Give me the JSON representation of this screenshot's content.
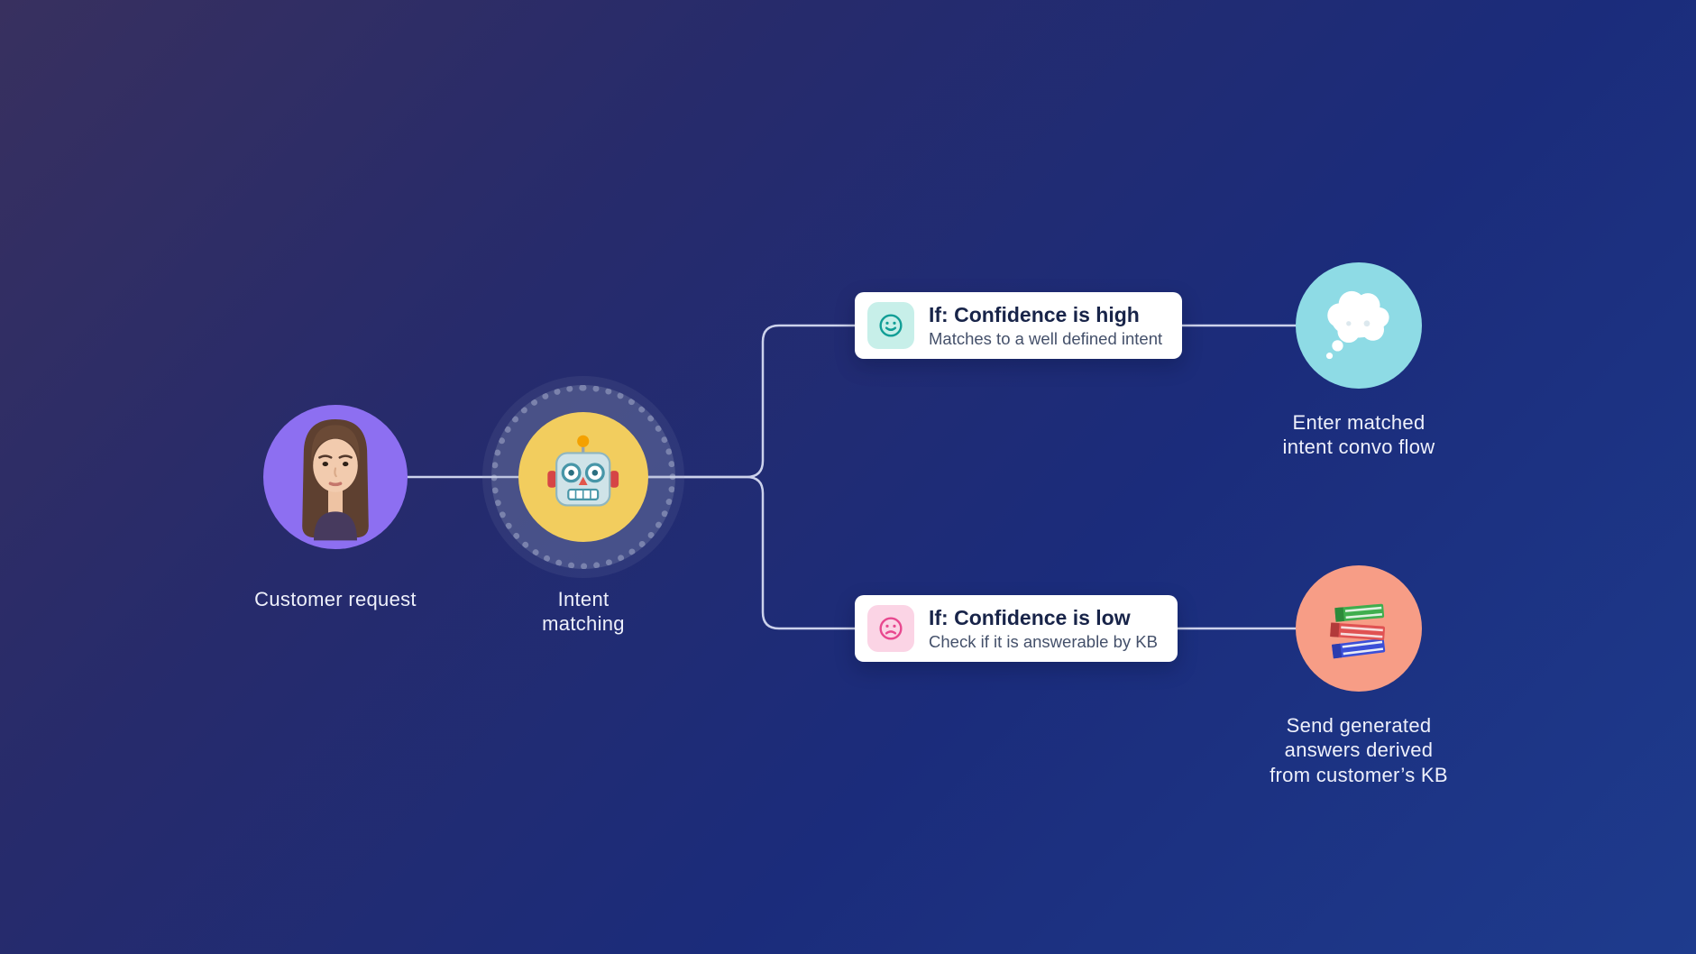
{
  "diagram": {
    "type": "flowchart",
    "description": "Customer request intent-matching decision flow"
  },
  "nodes": {
    "customer": {
      "label": "Customer request"
    },
    "intent": {
      "lines": [
        "Intent",
        "matching"
      ]
    },
    "high_outcome": {
      "lines": [
        "Enter matched",
        "intent convo flow"
      ]
    },
    "low_outcome": {
      "lines": [
        "Send generated",
        "answers derived",
        "from customer’s KB"
      ]
    }
  },
  "cards": {
    "high": {
      "title": "If: Confidence is high",
      "subtitle": "Matches to a well defined intent",
      "icon": "smiley-face-icon"
    },
    "low": {
      "title": "If: Confidence is low",
      "subtitle": "Check if it is answerable by KB",
      "icon": "sad-face-icon"
    }
  },
  "icons": {
    "customer": "woman-avatar-icon",
    "intent": "robot-icon",
    "high_outcome": "thought-bubble-icon",
    "low_outcome": "books-icon"
  },
  "colors": {
    "bg_start": "#38305f",
    "bg_end": "#1e3b8d",
    "connector": "#ccd2ec",
    "customer_circle": "#8d6ff1",
    "robot_circle": "#f2cd5e",
    "robot_ring": "rgba(160,170,195,0.30)",
    "high_circle": "#8edbe5",
    "low_circle": "#f79d86",
    "card_bg": "#ffffff",
    "card_title": "#182449",
    "card_subtitle": "#44506a",
    "label_text": "#eef0fb",
    "high_icon_bg": "#c7efe9",
    "high_icon": "#119e96",
    "low_icon_bg": "#fbd4e5",
    "low_icon": "#e8488f"
  }
}
